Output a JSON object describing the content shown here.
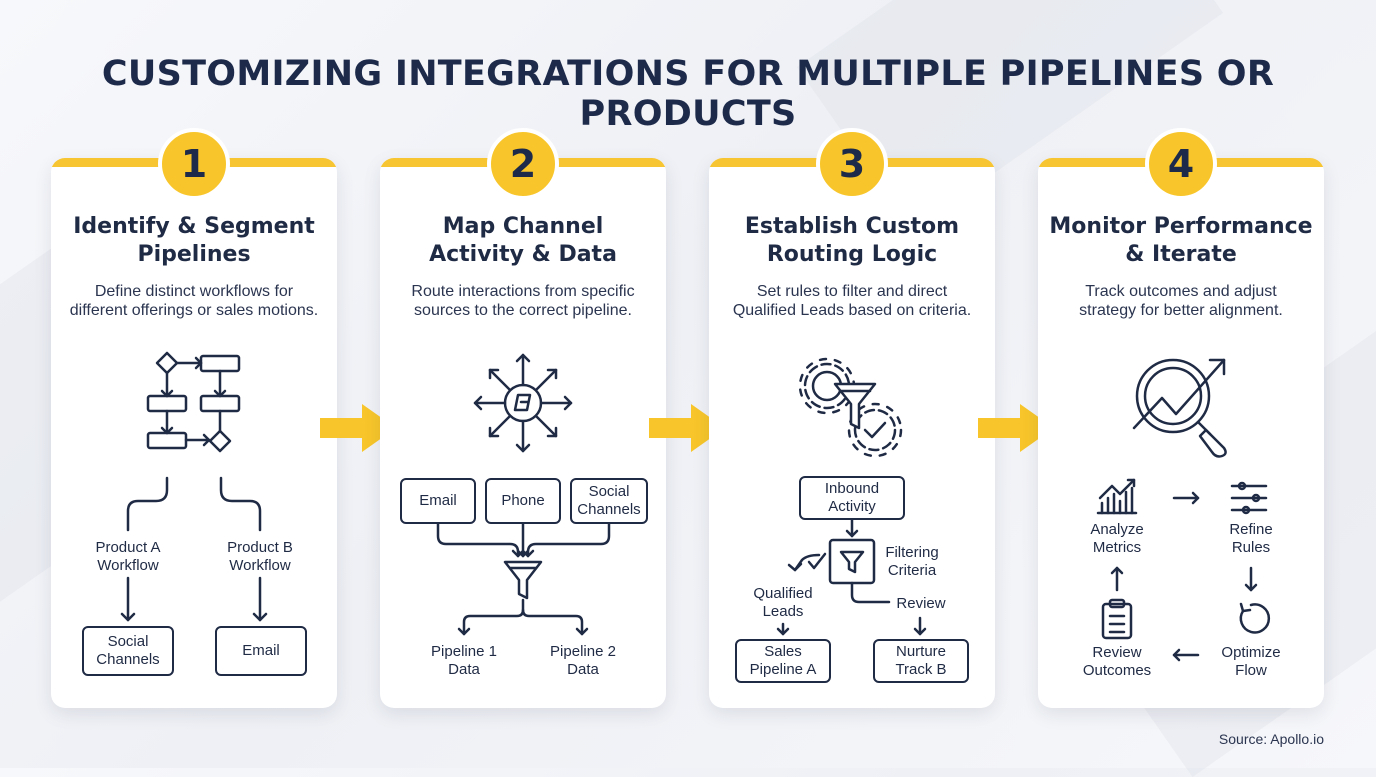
{
  "title": "CUSTOMIZING INTEGRATIONS FOR MULTIPLE PIPELINES OR PRODUCTS",
  "source": "Source: Apollo.io",
  "colors": {
    "accent": "#f8c62a",
    "ink": "#1f2a44",
    "card": "#ffffff"
  },
  "steps": [
    {
      "number": "1",
      "title_line1": "Identify & Segment",
      "title_line2": "Pipelines",
      "desc_line1": "Define distinct workflows for",
      "desc_line2": "different offerings or sales motions.",
      "icon": "flowchart-icon",
      "branch_a_line1": "Product A",
      "branch_a_line2": "Workflow",
      "branch_b_line1": "Product B",
      "branch_b_line2": "Workflow",
      "box_a_line1": "Social",
      "box_a_line2": "Channels",
      "box_b": "Email"
    },
    {
      "number": "2",
      "title_line1": "Map Channel",
      "title_line2": "Activity & Data",
      "desc_line1": "Route interactions from specific",
      "desc_line2": "sources to the correct pipeline.",
      "icon": "hub-arrows-icon",
      "channels": [
        {
          "line1": "Email",
          "line2": ""
        },
        {
          "line1": "Phone",
          "line2": ""
        },
        {
          "line1": "Social",
          "line2": "Channels"
        }
      ],
      "out_a_line1": "Pipeline 1",
      "out_a_line2": "Data",
      "out_b_line1": "Pipeline 2",
      "out_b_line2": "Data"
    },
    {
      "number": "3",
      "title_line1": "Establish Custom",
      "title_line2": "Routing Logic",
      "desc_line1": "Set rules to filter and direct",
      "desc_line2": "Qualified Leads based on criteria.",
      "icon": "gears-funnel-icon",
      "inbound_line1": "Inbound",
      "inbound_line2": "Activity",
      "filter_line1": "Filtering",
      "filter_line2": "Criteria",
      "qualified_line1": "Qualified",
      "qualified_line2": "Leads",
      "review": "Review",
      "sales_line1": "Sales",
      "sales_line2": "Pipeline A",
      "nurture_line1": "Nurture",
      "nurture_line2": "Track B"
    },
    {
      "number": "4",
      "title_line1": "Monitor Performance",
      "title_line2": "& Iterate",
      "desc_line1": "Track outcomes and adjust",
      "desc_line2": "strategy for better alignment.",
      "icon": "magnifier-trend-icon",
      "cycle": {
        "analyze_line1": "Analyze",
        "analyze_line2": "Metrics",
        "refine_line1": "Refine",
        "refine_line2": "Rules",
        "optimize_line1": "Optimize",
        "optimize_line2": "Flow",
        "review_line1": "Review",
        "review_line2": "Outcomes"
      }
    }
  ]
}
